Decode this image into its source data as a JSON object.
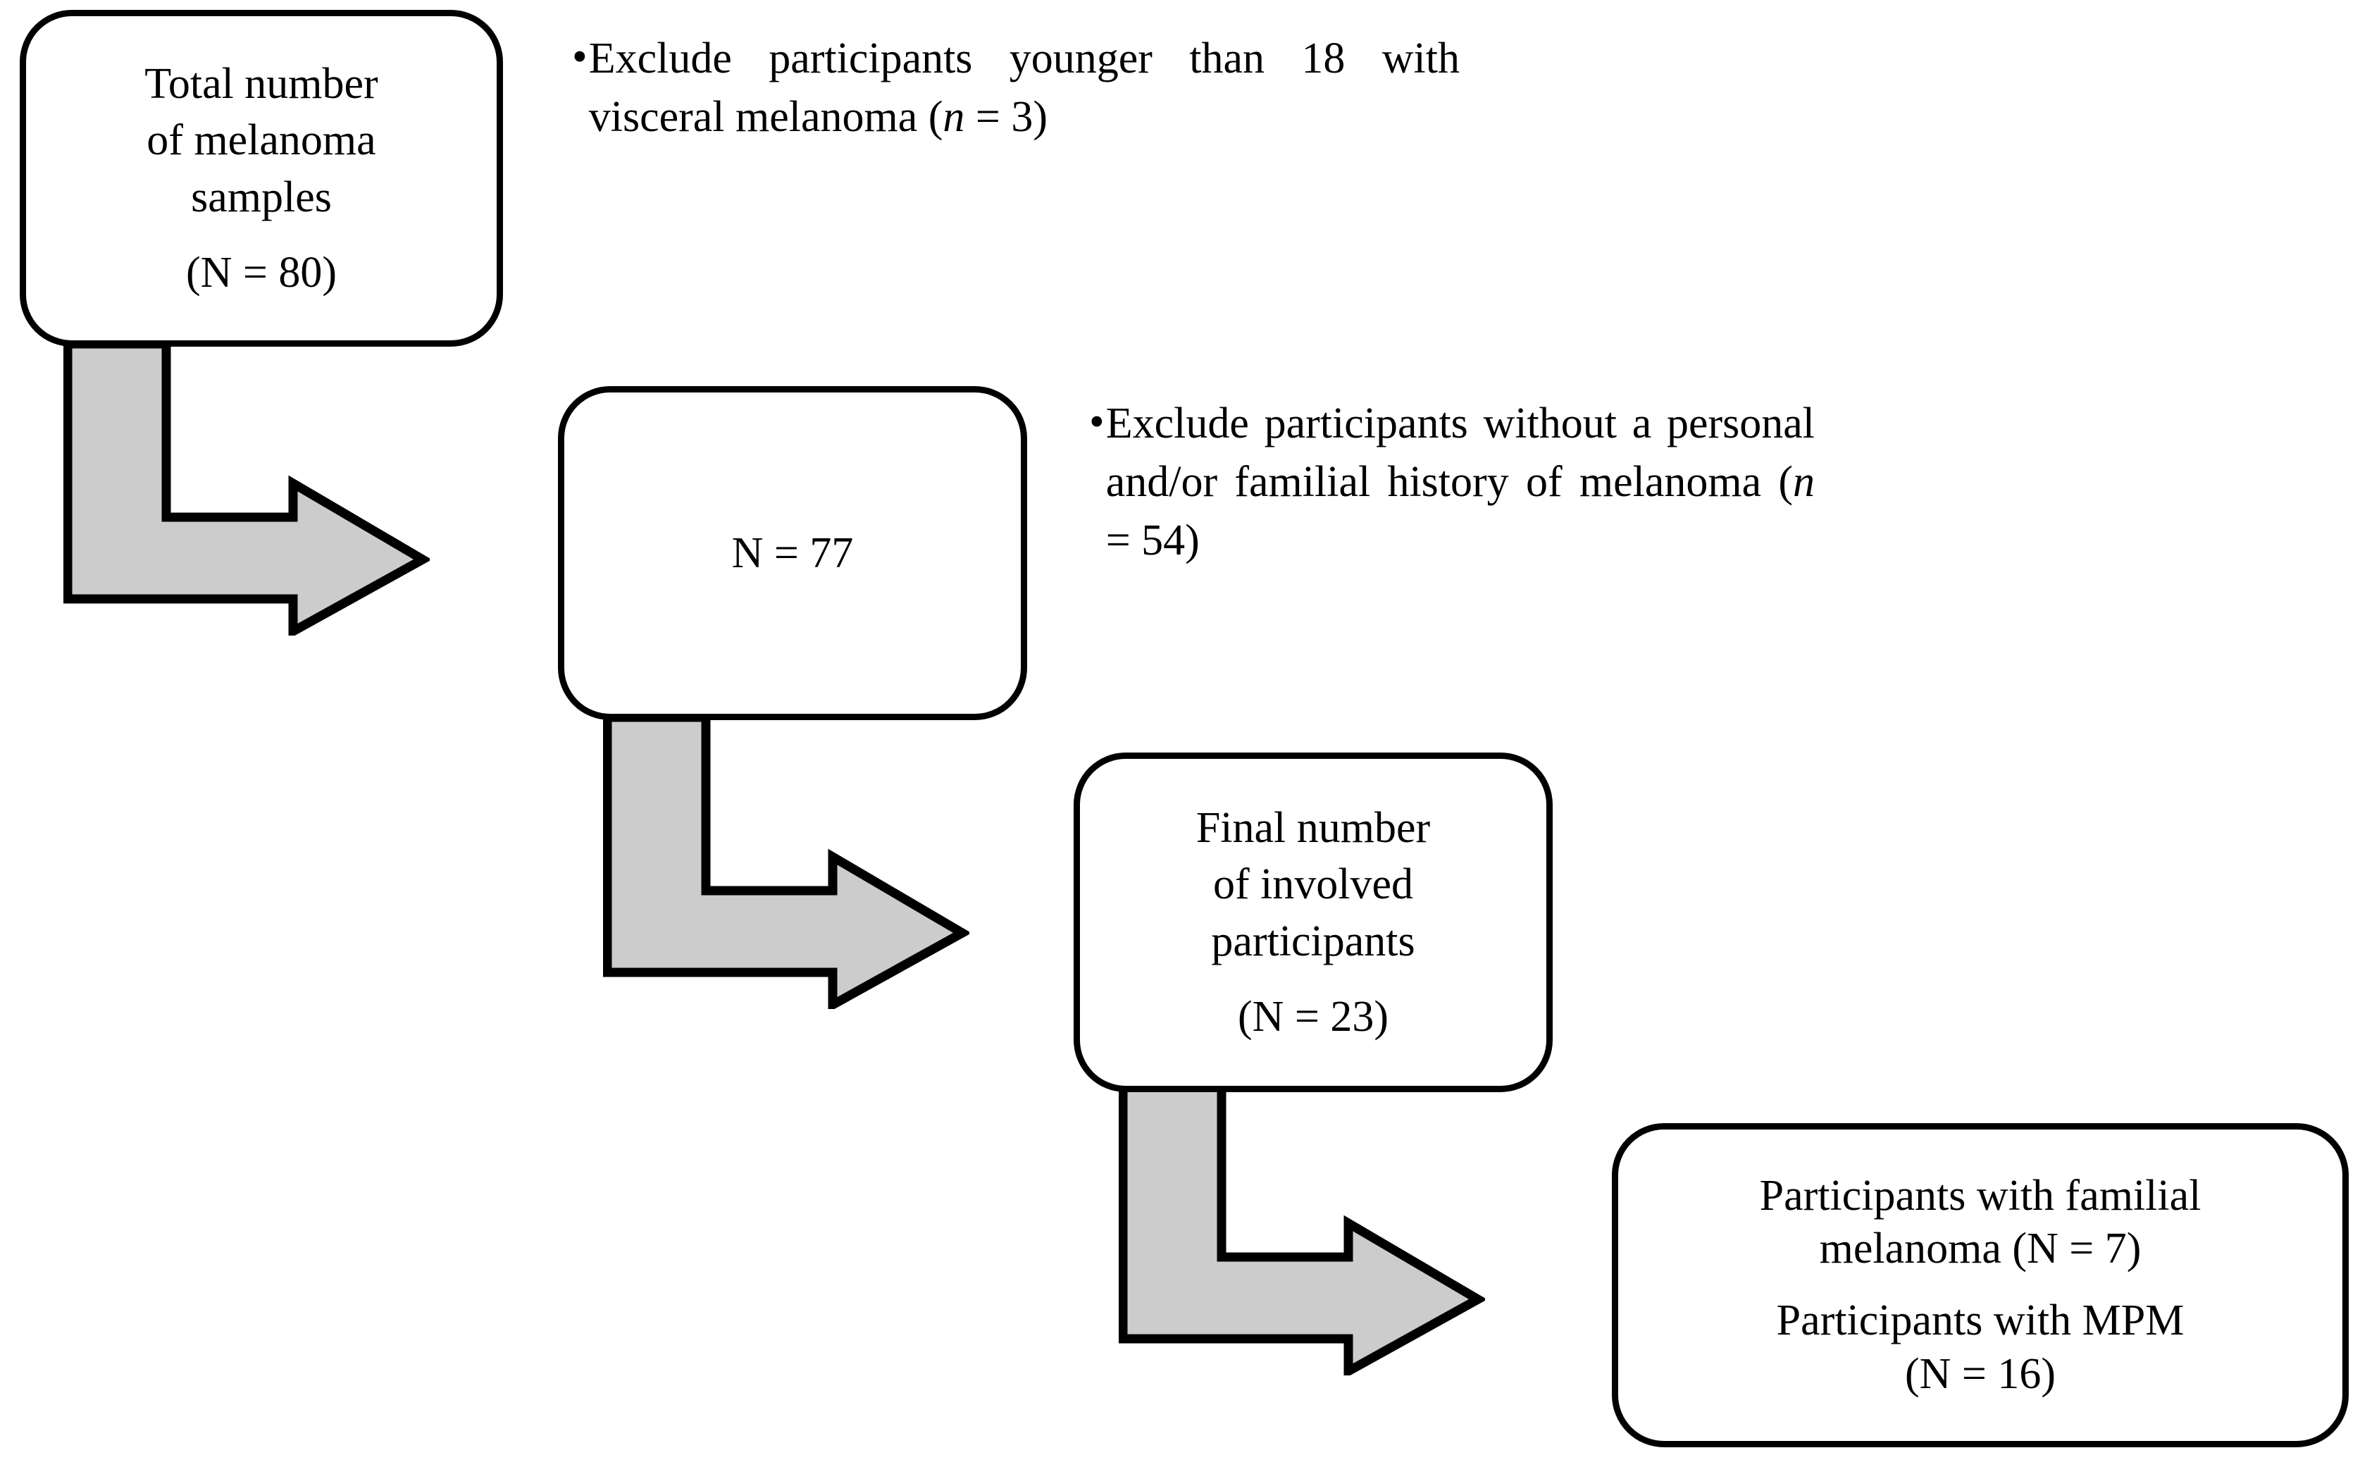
{
  "figure": {
    "type": "flowchart",
    "orientation": "stepped-down-right",
    "palette": {
      "background": "#ffffff",
      "box_stroke": "#000000",
      "box_fill": "#ffffff",
      "arrow_fill": "#cccccc",
      "arrow_stroke": "#000000",
      "text": "#000000"
    }
  },
  "boxes": {
    "total_samples": {
      "line1": "Total number",
      "line2": "of melanoma",
      "line3": "samples",
      "line4": "(N = 80)"
    },
    "n77": {
      "line1": "N = 77"
    },
    "final_participants": {
      "line1": "Final number",
      "line2": "of involved",
      "line3": "participants",
      "line4": "(N = 23)"
    },
    "groups": {
      "line1": "Participants with familial",
      "line2": "melanoma (N = 7)",
      "line3": "Participants with MPM",
      "line4": "(N = 16)"
    }
  },
  "notes": {
    "exclude_young": {
      "bullet": "•",
      "text_part1": "Exclude participants younger than 18 with visceral melanoma (",
      "italic_n": "n",
      "text_part2": " = 3)"
    },
    "exclude_no_history": {
      "bullet": "•",
      "text_part1": "Exclude participants without a personal and/or familial history of melanoma (",
      "italic_n": "n",
      "text_part2": " = 54)"
    }
  },
  "arrows": [
    {
      "name": "arrow-total-to-n77",
      "from": "total_samples",
      "to": "n77",
      "shape": "elbow-down-right"
    },
    {
      "name": "arrow-n77-to-final",
      "from": "n77",
      "to": "final_participants",
      "shape": "elbow-down-right"
    },
    {
      "name": "arrow-final-to-groups",
      "from": "final_participants",
      "to": "groups",
      "shape": "elbow-down-right"
    }
  ],
  "counts": {
    "initial_samples_N": 80,
    "excluded_young_visceral_n": 3,
    "after_first_exclusion_N": 77,
    "excluded_no_history_n": 54,
    "final_participants_N": 23,
    "familial_melanoma_N": 7,
    "mpm_N": 16
  }
}
